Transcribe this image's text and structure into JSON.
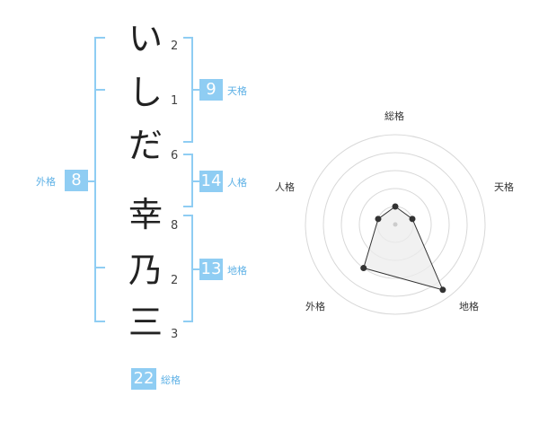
{
  "name_chars": [
    {
      "char": "い",
      "strokes": "2"
    },
    {
      "char": "し",
      "strokes": "1"
    },
    {
      "char": "だ",
      "strokes": "6"
    },
    {
      "char": "幸",
      "strokes": "8"
    },
    {
      "char": "乃",
      "strokes": "2"
    },
    {
      "char": "三",
      "strokes": "3"
    }
  ],
  "kakusu": {
    "tenkaku": {
      "value": "9",
      "label": "天格"
    },
    "jinkaku": {
      "value": "14",
      "label": "人格"
    },
    "chikaku": {
      "value": "13",
      "label": "地格"
    },
    "gaikaku": {
      "value": "8",
      "label": "外格"
    },
    "soukaku": {
      "value": "22",
      "label": "総格"
    }
  },
  "radar": {
    "axes": [
      "総格",
      "天格",
      "地格",
      "外格",
      "人格"
    ],
    "levels": 5,
    "values": [
      1.0,
      1.0,
      4.5,
      3.0,
      1.0
    ],
    "max": 5,
    "fill_color": "#ececec",
    "line_color": "#333333",
    "bracket_color": "#8fcdf3"
  }
}
